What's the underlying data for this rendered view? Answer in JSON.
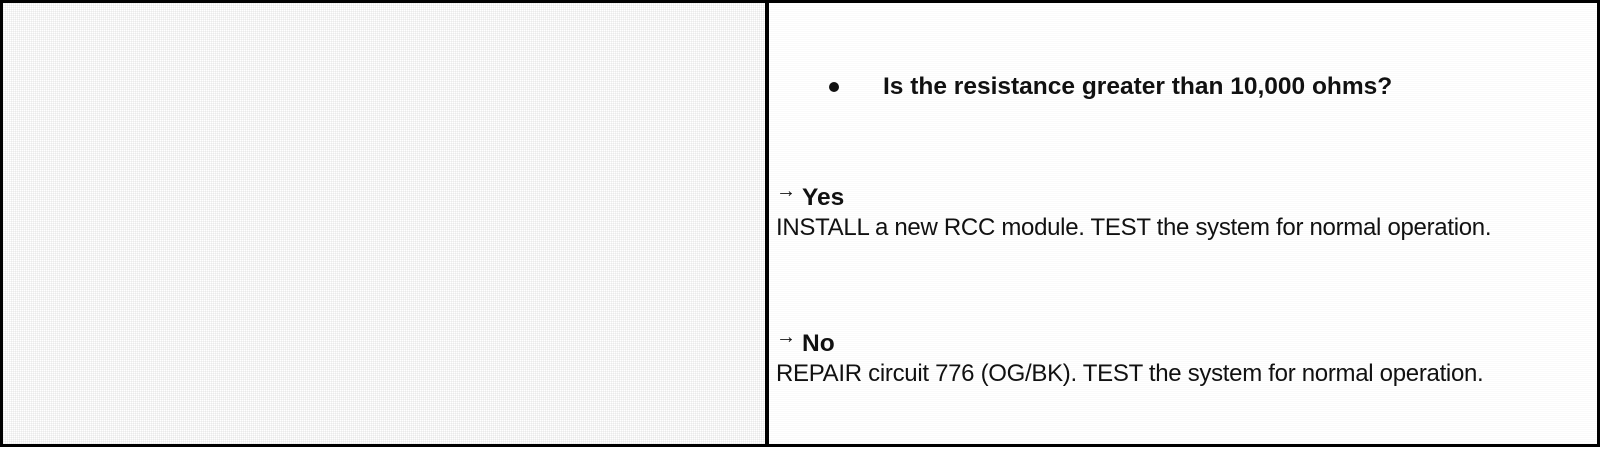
{
  "table": {
    "question": "Is the resistance greater than 10,000 ohms?",
    "arrow_glyph": "→",
    "answers": [
      {
        "label": "Yes",
        "text": "INSTALL a new RCC module. TEST the system for normal operation."
      },
      {
        "label": "No",
        "text": "REPAIR circuit 776 (OG/BK). TEST the system for normal operation."
      }
    ]
  }
}
